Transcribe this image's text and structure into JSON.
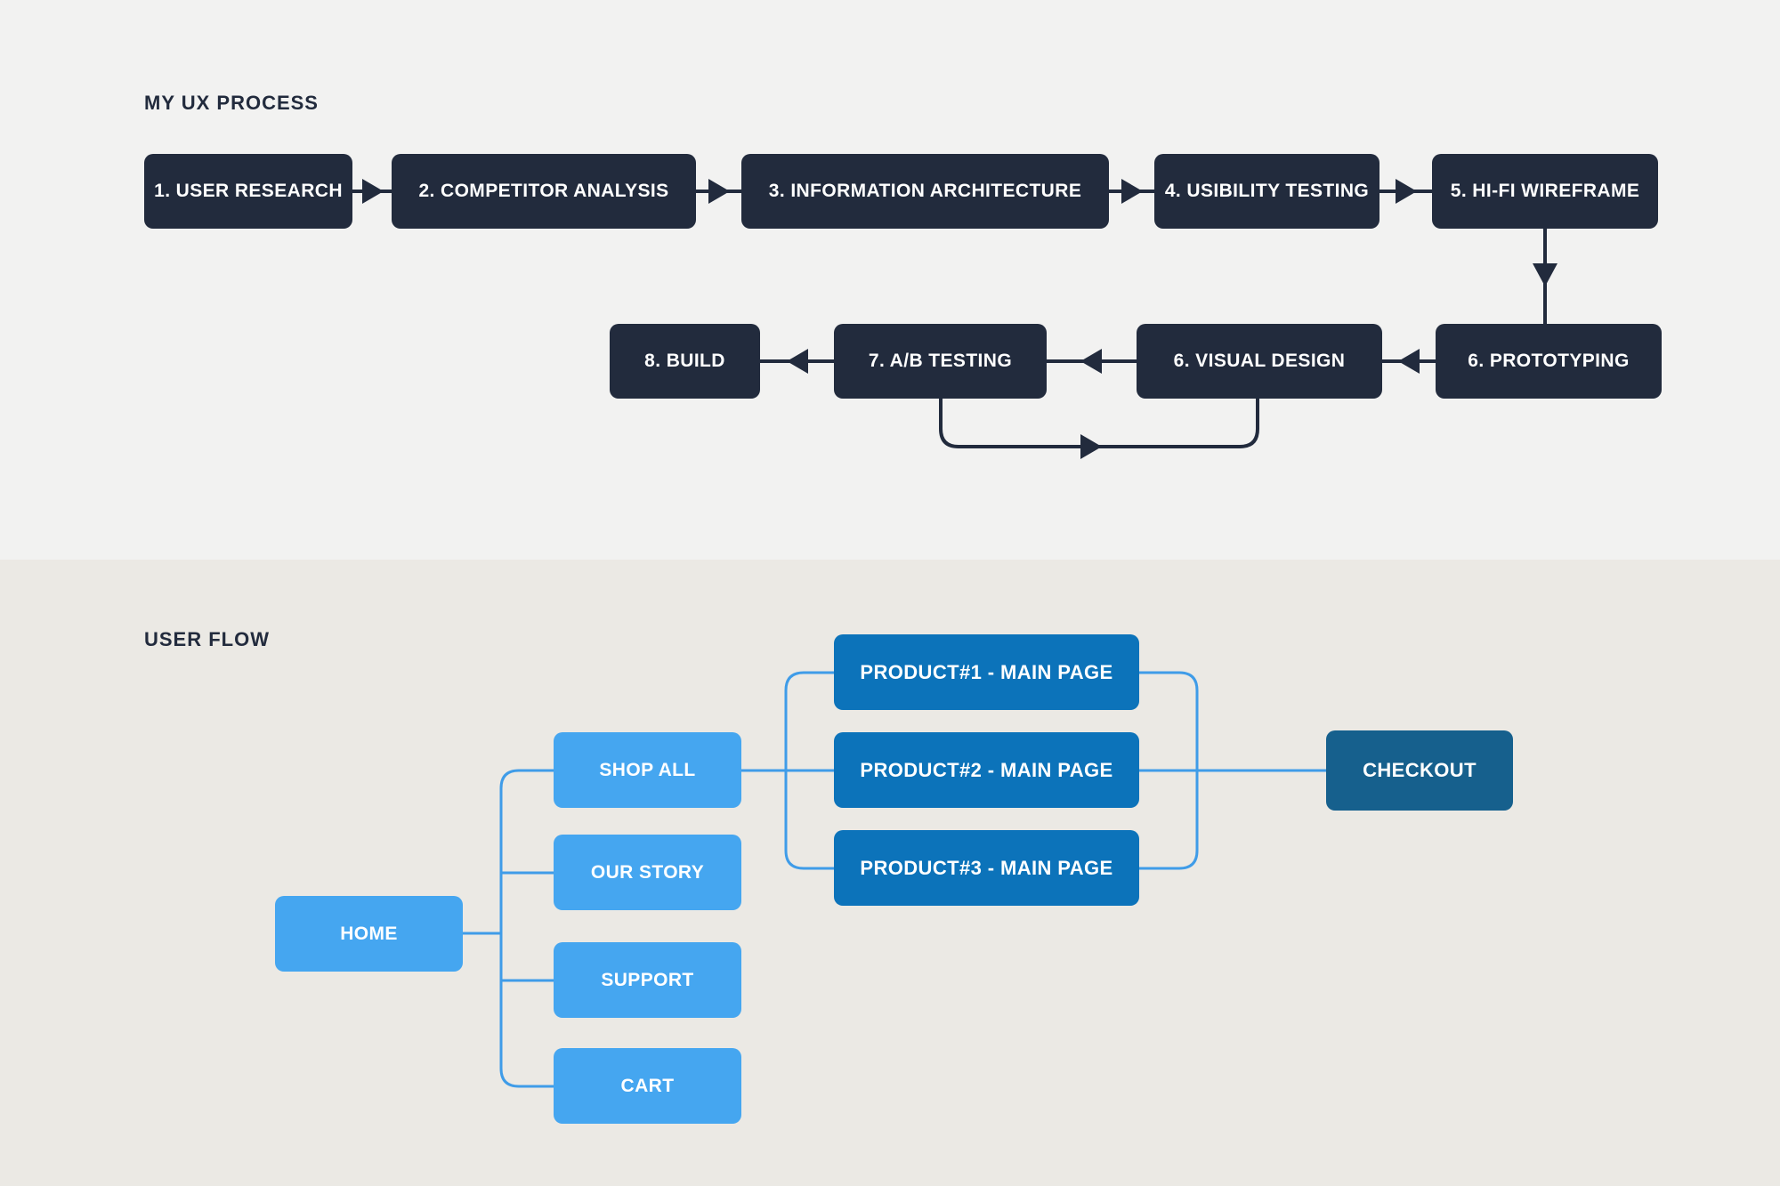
{
  "ux_process": {
    "title": "MY UX PROCESS",
    "steps": [
      "1. USER RESEARCH",
      "2. COMPETITOR ANALYSIS",
      "3. INFORMATION ARCHITECTURE",
      "4. USIBILITY TESTING",
      "5. HI-FI WIREFRAME",
      "6. PROTOTYPING",
      "6. VISUAL DESIGN",
      "7. A/B TESTING",
      "8. BUILD"
    ],
    "flow_description": "1 to 2 to 3 to 4 to 5, down to prototyping, then right-to-left to visual design, A/B testing, build, with feedback loop from A/B testing back to visual design"
  },
  "user_flow": {
    "title": "USER FLOW",
    "home": "HOME",
    "menu": [
      "SHOP ALL",
      "OUR STORY",
      "SUPPORT",
      "CART"
    ],
    "products": [
      "PRODUCT#1 - MAIN PAGE",
      "PRODUCT#2 - MAIN PAGE",
      "PRODUCT#3 - MAIN PAGE"
    ],
    "checkout": "CHECKOUT"
  },
  "colors": {
    "top_background": "#f2f2f1",
    "bottom_background": "#ebe9e4",
    "process_box_navy": "#222b3d",
    "flow_box_light_blue": "#45a6f0",
    "flow_box_medium_blue": "#0c73ba",
    "flow_box_dark_blue": "#16608d",
    "flow_connector_blue": "#3f9ce8",
    "box_text": "#ffffff"
  }
}
